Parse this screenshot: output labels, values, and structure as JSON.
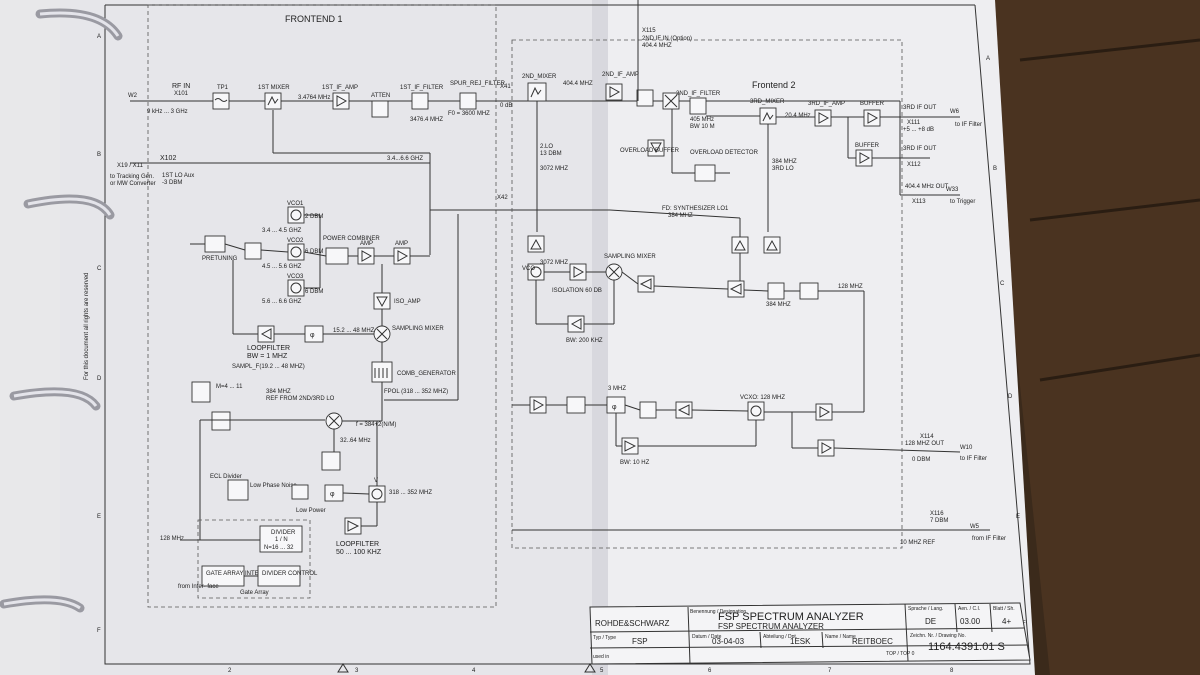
{
  "frontend1": {
    "title": "FRONTEND 1",
    "rf_in": "RF IN",
    "x101": "X101",
    "rf_freq": "9 kHz ... 3 GHz",
    "x102_in": "X102",
    "tp1": "TP1",
    "mixer1": "1ST MIXER",
    "if_amp1": "1ST_IF_AMP",
    "if1_freq": "3.4764 MHz",
    "atten": "ATTEN",
    "if_filter1": "1ST_IF_FILTER",
    "if_filter1_freq": "3476.4 MHZ",
    "spur_filter": "SPUR_REJ_FILTER",
    "spur_freq": "F0 = 3600 MHZ",
    "x19_label": "X19 / X11",
    "x102": "X102",
    "tracking_gen": "to Tracking Gen.",
    "mw_conv": "or MW Converter",
    "lo_aux": "1ST LO Aux",
    "lo_aux_level": "-3 DBM",
    "lo_range": "3.4...6.6 GHZ",
    "x42": "X42",
    "vco1": "VCO1",
    "vco1_range": "3.4 ... 4.5 GHZ",
    "vco1_lvl": "2 DBM",
    "vco2": "VCO2",
    "vco2_range": "4.5 ... 5.6 GHZ",
    "vco2_lvl": "6 DBM",
    "vco3": "VCO3",
    "vco3_range": "5.6 ... 6.6 GHZ",
    "vco3_lvl": "6 DBM",
    "combiner": "POWER COMBINER",
    "amp": "AMP",
    "pretuning": "PRETUNING",
    "iso_amp": "ISO_AMP",
    "sampling_mixer": "SAMPLING MIXER",
    "loopfilter1": "LOOPFILTER",
    "loopfilter1_bw": "BW = 1 MHZ",
    "phi_freq": "15.2 ... 48 MHZ",
    "sampl_freq": "SAMPL_F(19.2 ... 48 MHZ)",
    "comb": "COMB_GENERATOR",
    "fpol": "FPOL (318 ... 352 MHZ)",
    "m_div": "M=4 ... 11",
    "lo_ref": "384 MHZ",
    "lo_ref2": "REF FROM 2ND/3RD LO",
    "f_eq": "f = 384+2(N/M)",
    "f32": "32..64 MHz",
    "ecl_divider": "ECL Divider",
    "low_noise": "Low Phase Noise",
    "low_power": "Low Power",
    "freq_128": "128 MHz",
    "divider": "DIVIDER",
    "div_n": "1 / N",
    "div_range": "N=16 ... 32",
    "gate_array_if": "GATE ARRAY INTERFACE",
    "divider_ctrl": "DIVIDER CONTROL",
    "gate_array": "Gate Array",
    "from_if": "from Inter- face",
    "loopfilter2": "LOOPFILTER",
    "loopfilter2_bw": "50 ... 100 KHZ",
    "vco_range": "318 ... 352 MHZ",
    "v_label": "V"
  },
  "frontend2": {
    "title": "Frontend 2",
    "x41": "X41",
    "x41_lvl": "0 dB",
    "mixer2": "2ND_MIXER",
    "if2_freq": "404.4 MHZ",
    "if_amp2": "2ND_IF_AMP",
    "if_filter2": "2ND_IF_FILTER",
    "if_filter2_freq": "405 MHz",
    "if_filter2_bw": "BW 10 M",
    "mixer3": "3RD_MIXER",
    "if3_freq": "20.4 MHz",
    "if_amp3": "3RD_IF_AMP",
    "buffer": "BUFFER",
    "out3": "3RD IF OUT",
    "x111": "X111",
    "x111_lvl": "+5 ... +8 dB",
    "w6": "W6",
    "to_if_filter": "to IF Filter",
    "buffer2": "BUFFER",
    "out3b": "3RD IF OUT",
    "x112": "X112",
    "overload_buffer": "OVERLOAD BUFFER",
    "overload_det": "OVERLOAD DETECTOR",
    "lo3": "384 MHZ",
    "lo3b": "3RD LO",
    "lo2": "2.LO",
    "lo2_lvl": "13 DBM",
    "lo2_freq": "3072 MHZ",
    "x115": "X115",
    "x115_note": "2ND IF IN (Option)",
    "x115_freq": "404.4 MHZ",
    "out404": "404.4 MHz OUT",
    "x113": "X113",
    "w33": "W33",
    "to_trigger": "to Trigger",
    "synth_lo": "FD: SYNTHESIZER LO1",
    "synth_freq": "384 MHZ",
    "vco_3072": "VCO",
    "vco_3072_freq": "3072 MHZ",
    "samp_mixer2": "SAMPLING MIXER",
    "isolation": "ISOLATION 60 DB",
    "bw200": "BW: 200 KHZ",
    "f128": "128 MHZ",
    "f384": "384 MHZ",
    "f3mhz": "3 MHZ",
    "vcxo": "VCXO: 128 MHZ",
    "bw10": "BW: 10 HZ",
    "x114": "X114",
    "out128": "128 MHZ OUT",
    "dbm0": "0 DBM",
    "w10": "W10",
    "to_if_filter2": "to IF Filter",
    "x116": "X116",
    "ref_lvl": "7 DBM",
    "w5": "W5",
    "from_if_filter": "from IF Filter",
    "ref10": "10 MHZ REF"
  },
  "grid": {
    "rows": [
      "A",
      "B",
      "C",
      "D",
      "E",
      "F"
    ],
    "cols": [
      "2",
      "3",
      "4",
      "5",
      "6",
      "7",
      "8"
    ]
  },
  "side_note": "For this document all rights are reserved",
  "title_block": {
    "company": "ROHDE&SCHWARZ",
    "benennung_label": "Benennung / Designation",
    "title1": "FSP SPECTRUM ANALYZER",
    "title2": "FSP SPECTRUM ANALYZER",
    "sprache_label": "Sprache / Lang.",
    "lang": "DE",
    "ae_label": "Aen. / C.I.",
    "rev": "03.00",
    "blatt_label": "Blatt / Sh.",
    "sheet": "4+",
    "typ_label": "Typ / Type",
    "type": "FSP",
    "datum_label": "Datum / Date",
    "date": "03-04-03",
    "abt_label": "Abteilung / Dpt.",
    "dept": "1ESK",
    "name_label": "Name / Name",
    "name": "REITBOEC",
    "zeich_label": "Zeichn. Nr. / Drawing No.",
    "drawing_no": "1164.4391.01 S",
    "used_label": "used in",
    "topo": "TOP / TOP 0"
  }
}
